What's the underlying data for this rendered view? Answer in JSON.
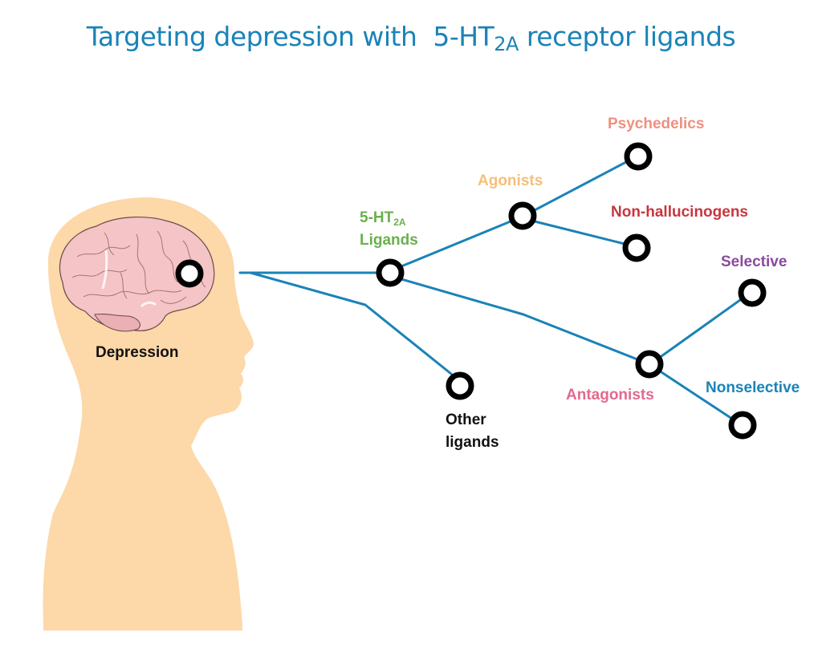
{
  "title": {
    "text_before": "Targeting depression with  5-HT",
    "text_sub": "2A",
    "text_after": " receptor ligands",
    "color": "#1a83b8"
  },
  "figure": {
    "silhouette_color": "#fdd8a8",
    "brain_color": "#f4c4c6",
    "edge_color": "#1a83b8",
    "node_color": "#000000"
  },
  "nodes": {
    "depression": {
      "label": "Depression",
      "color": "#111111"
    },
    "ligands": {
      "label_prefix": "5-HT",
      "label_sub": "2A",
      "label_line2": "Ligands",
      "color": "#6ab04c"
    },
    "agonists": {
      "label": "Agonists",
      "color": "#f5bf7a"
    },
    "psychedelics": {
      "label": "Psychedelics",
      "color": "#f08f80"
    },
    "non_hallucinogens": {
      "label": "Non-hallucinogens",
      "color": "#c8363f"
    },
    "antagonists": {
      "label": "Antagonists",
      "color": "#e06a8e"
    },
    "selective": {
      "label": "Selective",
      "color": "#8a4a9c"
    },
    "nonselective": {
      "label": "Nonselective",
      "color": "#1a83b8"
    },
    "other_ligands": {
      "label_line1": "Other",
      "label_line2": "ligands",
      "color": "#111111"
    }
  },
  "edges": [
    [
      "depression",
      "ligands"
    ],
    [
      "depression",
      "other_ligands"
    ],
    [
      "ligands",
      "agonists"
    ],
    [
      "ligands",
      "antagonists"
    ],
    [
      "agonists",
      "psychedelics"
    ],
    [
      "agonists",
      "non_hallucinogens"
    ],
    [
      "antagonists",
      "selective"
    ],
    [
      "antagonists",
      "nonselective"
    ]
  ]
}
